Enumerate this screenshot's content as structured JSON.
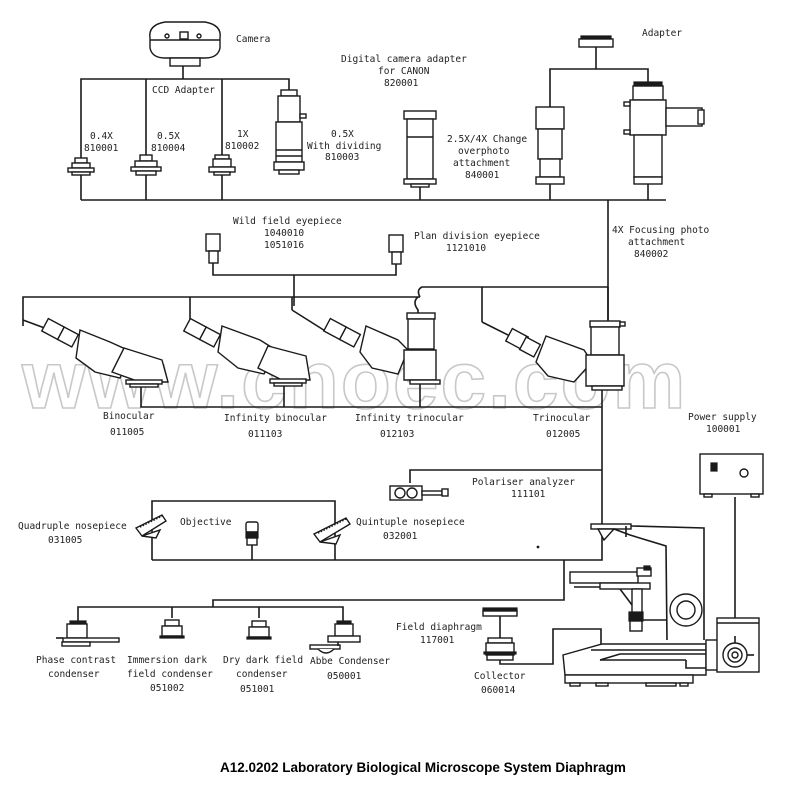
{
  "title": "A12.0202 Laboratory Biological Microscope System Diaphragm",
  "watermark": "www.cnoec.com",
  "components": {
    "camera": {
      "name": "Camera"
    },
    "ccd_adapter": {
      "name": "CCD Adapter"
    },
    "ccd_04x": {
      "name": "0.4X",
      "code": "810001"
    },
    "ccd_05x": {
      "name": "0.5X",
      "code": "810004"
    },
    "ccd_1x": {
      "name": "1X",
      "code": "810002"
    },
    "ccd_05x_div": {
      "name": "0.5X",
      "name2": "With dividing",
      "code": "810003"
    },
    "canon_adapter": {
      "name": "Digital camera adapter",
      "name2": "for CANON",
      "code": "820001"
    },
    "change_attach": {
      "name": "2.5X/4X Change",
      "name2": "overphoto",
      "name3": "attachment",
      "code": "840001"
    },
    "adapter": {
      "name": "Adapter"
    },
    "focusing_attach": {
      "name": "4X Focusing photo",
      "name2": "attachment",
      "code": "840002"
    },
    "wide_eyepiece": {
      "name": "Wild field eyepiece",
      "code": "1040010",
      "code2": "1051016"
    },
    "plan_eyepiece": {
      "name": "Plan division eyepiece",
      "code": "1121010"
    },
    "binocular": {
      "name": "Binocular",
      "code": "011005"
    },
    "inf_binocular": {
      "name": "Infinity binocular",
      "code": "011103"
    },
    "inf_trinocular": {
      "name": "Infinity trinocular",
      "code": "012103"
    },
    "trinocular": {
      "name": "Trinocular",
      "code": "012005"
    },
    "power_supply": {
      "name": "Power supply",
      "code": "100001"
    },
    "polariser": {
      "name": "Polariser analyzer",
      "code": "111101"
    },
    "quad_nosepiece": {
      "name": "Quadruple nosepiece",
      "code": "031005"
    },
    "objective": {
      "name": "Objective"
    },
    "quint_nosepiece": {
      "name": "Quintuple nosepiece",
      "code": "032001"
    },
    "phase_condenser": {
      "name": "Phase contrast",
      "name2": "condenser"
    },
    "immersion_condenser": {
      "name": "Immersion dark",
      "name2": "field condenser",
      "code": "051002"
    },
    "dry_condenser": {
      "name": "Dry dark field",
      "name2": "condenser",
      "code": "051001"
    },
    "abbe_condenser": {
      "name": "Abbe Condenser",
      "code": "050001"
    },
    "field_diaphragm": {
      "name": "Field diaphragm",
      "code": "117001"
    },
    "collector": {
      "name": "Collector",
      "code": "060014"
    }
  }
}
